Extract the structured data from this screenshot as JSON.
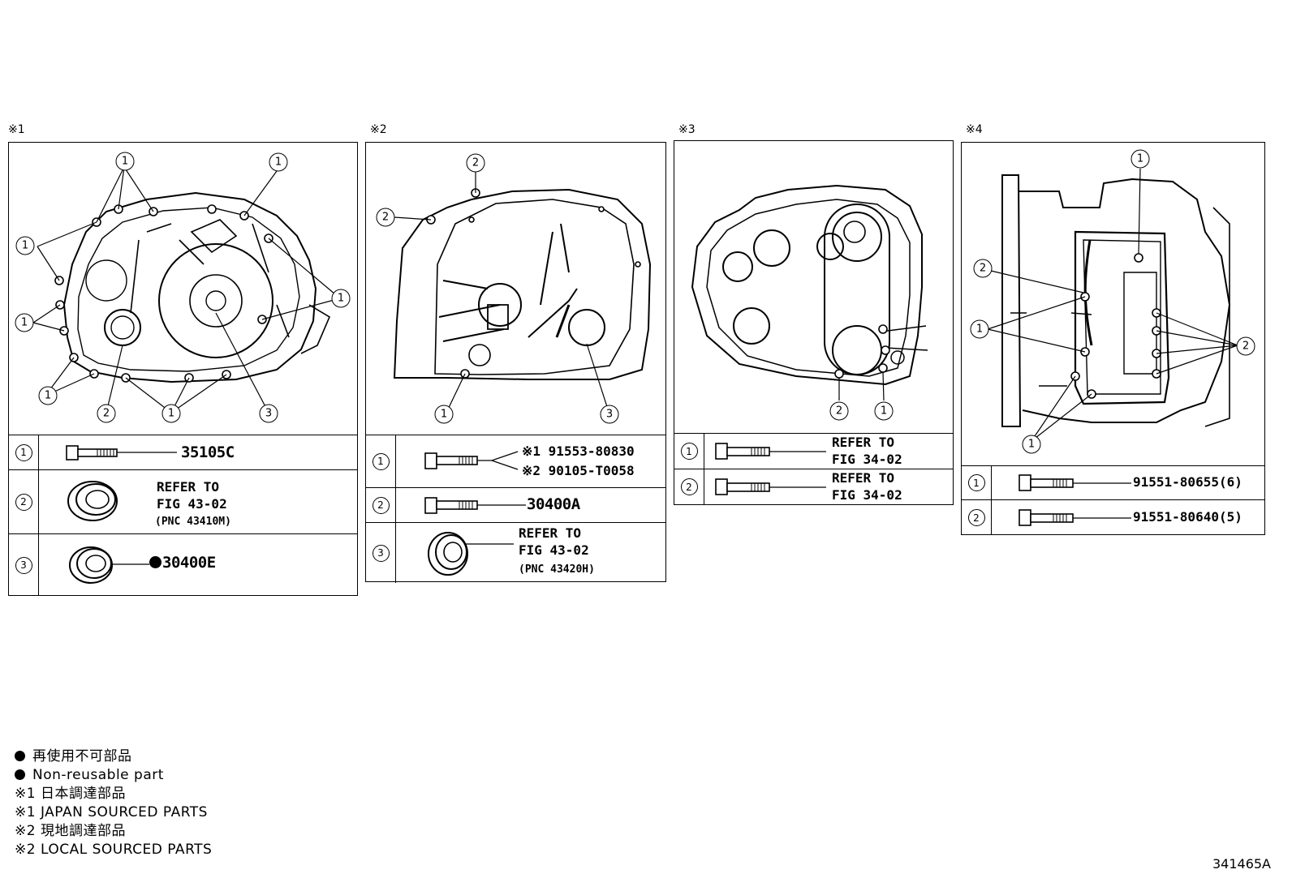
{
  "panels": [
    {
      "title": "※1",
      "callouts": [
        "1",
        "1",
        "1",
        "1",
        "1",
        "2",
        "1",
        "3"
      ],
      "rows": [
        {
          "num": "1",
          "part_number": "35105C"
        },
        {
          "num": "2",
          "ref_line1": "REFER TO",
          "ref_line2": "FIG 43-02",
          "pnc": "(PNC 43410M)"
        },
        {
          "num": "3",
          "part_number": "30400E",
          "non_reusable": true
        }
      ]
    },
    {
      "title": "※2",
      "callouts": [
        "2",
        "2",
        "1",
        "3"
      ],
      "rows": [
        {
          "num": "1",
          "line1": "※1 91553-80830",
          "line2": "※2 90105-T0058"
        },
        {
          "num": "2",
          "part_number": "30400A"
        },
        {
          "num": "3",
          "ref_line1": "REFER TO",
          "ref_line2": "FIG 43-02",
          "pnc": "(PNC 43420H)"
        }
      ]
    },
    {
      "title": "※3",
      "callouts": [
        "2",
        "1"
      ],
      "rows": [
        {
          "num": "1",
          "ref_line1": "REFER TO",
          "ref_line2": "FIG 34-02"
        },
        {
          "num": "2",
          "ref_line1": "REFER TO",
          "ref_line2": "FIG 34-02"
        }
      ]
    },
    {
      "title": "※4",
      "callouts": [
        "1",
        "2",
        "1",
        "2",
        "1"
      ],
      "rows": [
        {
          "num": "1",
          "part_number": "91551-80655(6)"
        },
        {
          "num": "2",
          "part_number": "91551-80640(5)"
        }
      ]
    }
  ],
  "legend": {
    "line1": "再使用不可部品",
    "line2": "Non-reusable part",
    "line3": "※1 日本調達部品",
    "line4": "※1 JAPAN SOURCED PARTS",
    "line5": "※2 現地調達部品",
    "line6": "※2 LOCAL SOURCED PARTS"
  },
  "figure_id": "341465A"
}
